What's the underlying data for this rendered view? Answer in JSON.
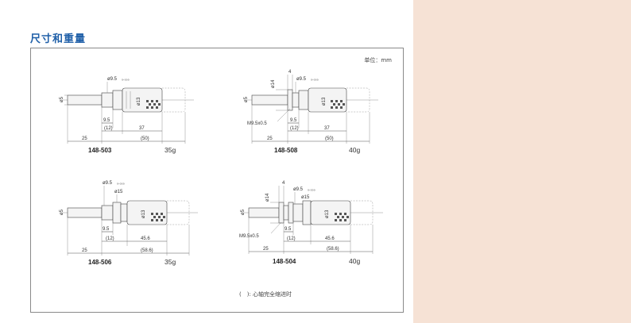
{
  "section_title": "尺寸和重量",
  "unit": "单位：mm",
  "note": "(　): 心轴完全缩进时",
  "models": [
    {
      "id": "148-503",
      "weight": "35g",
      "d_spindle": "ø5",
      "d_stem": "ø9.5",
      "stem_tol": "₀.₀₀₀",
      "d_thimble": "ø13",
      "dim_a": "9.5",
      "dim_b": "(12)",
      "dim_c": "37",
      "dim_d": "25",
      "dim_e": "(50)"
    },
    {
      "id": "148-508",
      "weight": "40g",
      "d_spindle": "ø5",
      "d_stem": "ø9.5",
      "stem_tol": "₀.₀₀₀",
      "d_thimble": "ø13",
      "d_nut": "ø14",
      "nut_width": "4",
      "thread": "M9.5x0.5",
      "dim_a": "9.5",
      "dim_b": "(12)",
      "dim_c": "37",
      "dim_d": "25",
      "dim_e": "(50)"
    },
    {
      "id": "148-506",
      "weight": "35g",
      "d_spindle": "ø5",
      "d_stem": "ø9.5",
      "stem_tol": "₀.₀₀₀",
      "d_thimble": "ø13",
      "d_sleeve": "ø15",
      "dim_a": "9.5",
      "dim_b": "(12)",
      "dim_c": "45.6",
      "dim_d": "25",
      "dim_e": "(58.6)"
    },
    {
      "id": "148-504",
      "weight": "40g",
      "d_spindle": "ø5",
      "d_stem": "ø9.5",
      "stem_tol": "₀.₀₀₀",
      "d_thimble": "ø13",
      "d_sleeve": "ø15",
      "d_nut": "ø14",
      "nut_width": "4",
      "thread": "M9.5x0.5",
      "dim_a": "9.5",
      "dim_b": "(12)",
      "dim_c": "45.6",
      "dim_d": "25",
      "dim_e": "(58.6)"
    }
  ]
}
